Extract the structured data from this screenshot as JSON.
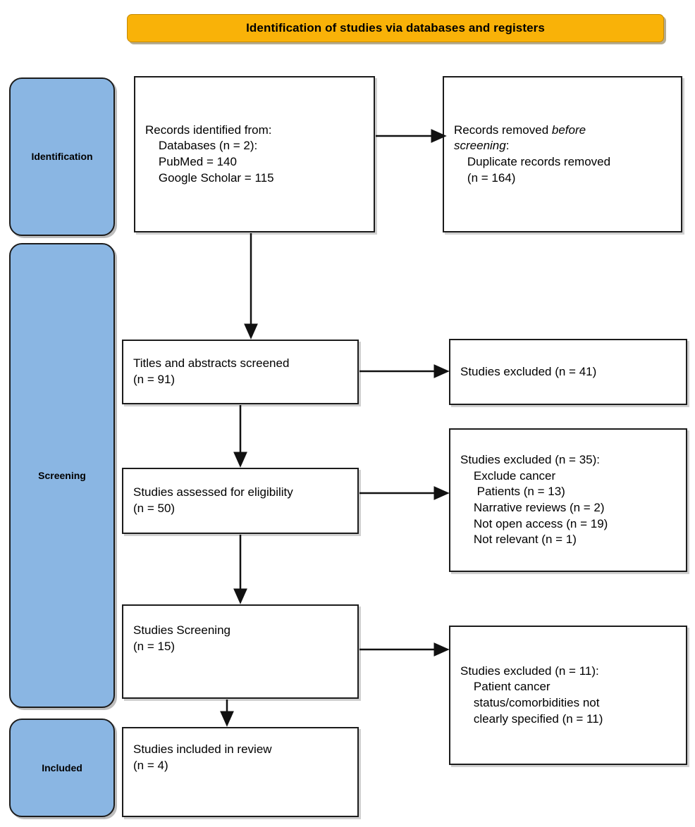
{
  "banner": {
    "title": "Identification of studies via databases and registers",
    "color": "#f9b208"
  },
  "bands": {
    "color": "#8ab6e3",
    "items": [
      {
        "label": "Identification"
      },
      {
        "label": "Screening"
      },
      {
        "label": "Included"
      }
    ]
  },
  "nodes": {
    "records_identified": {
      "line1": "Records identified from:",
      "line2": "    Databases (n = 2):",
      "line3": "    PubMed = 140",
      "line4": "    Google Scholar = 115"
    },
    "records_removed": {
      "line1_prefix": "Records removed ",
      "line1_italic": "before",
      "line2_italic": "screening",
      "line2_suffix": ":",
      "line3": "    Duplicate records removed",
      "line4": "    (n = 164)"
    },
    "titles_screened": {
      "line1": "Titles and abstracts screened",
      "line2": "(n = 91)"
    },
    "excluded_41": {
      "line1": "Studies excluded (n = 41)"
    },
    "assessed_eligibility": {
      "line1": "Studies assessed for eligibility",
      "line2": "(n = 50)"
    },
    "excluded_35": {
      "line1": "Studies excluded (n = 35):",
      "line2": "    Exclude cancer",
      "line3": "     Patients (n = 13)",
      "line4": "    Narrative reviews (n = 2)",
      "line5": "    Not open access (n = 19)",
      "line6": "    Not relevant (n = 1)"
    },
    "studies_screening": {
      "line1": "Studies Screening",
      "line2": "(n = 15)"
    },
    "excluded_11": {
      "line1": "Studies excluded (n = 11):",
      "line2": "    Patient cancer",
      "line3": "    status/comorbidities not",
      "line4": "    clearly specified (n = 11)"
    },
    "included_review": {
      "line1": "Studies included in review",
      "line2": "(n = 4)"
    }
  },
  "chart_data": {
    "type": "diagram",
    "title": "Identification of studies via databases and registers",
    "flow": [
      {
        "stage": "Identification",
        "node": "Records identified from databases",
        "databases": 2,
        "PubMed": 140,
        "Google Scholar": 115
      },
      {
        "stage": "Identification",
        "node": "Records removed before screening: Duplicate records removed",
        "n": 164
      },
      {
        "stage": "Screening",
        "node": "Titles and abstracts screened",
        "n": 91
      },
      {
        "stage": "Screening",
        "node": "Studies excluded",
        "n": 41
      },
      {
        "stage": "Screening",
        "node": "Studies assessed for eligibility",
        "n": 50
      },
      {
        "stage": "Screening",
        "node": "Studies excluded",
        "n": 35,
        "reasons": [
          {
            "reason": "Exclude cancer Patients",
            "n": 13
          },
          {
            "reason": "Narrative reviews",
            "n": 2
          },
          {
            "reason": "Not open access",
            "n": 19
          },
          {
            "reason": "Not relevant",
            "n": 1
          }
        ]
      },
      {
        "stage": "Screening",
        "node": "Studies Screening",
        "n": 15
      },
      {
        "stage": "Screening",
        "node": "Studies excluded: Patient cancer status/comorbidities not clearly specified",
        "n": 11
      },
      {
        "stage": "Included",
        "node": "Studies included in review",
        "n": 4
      }
    ]
  }
}
